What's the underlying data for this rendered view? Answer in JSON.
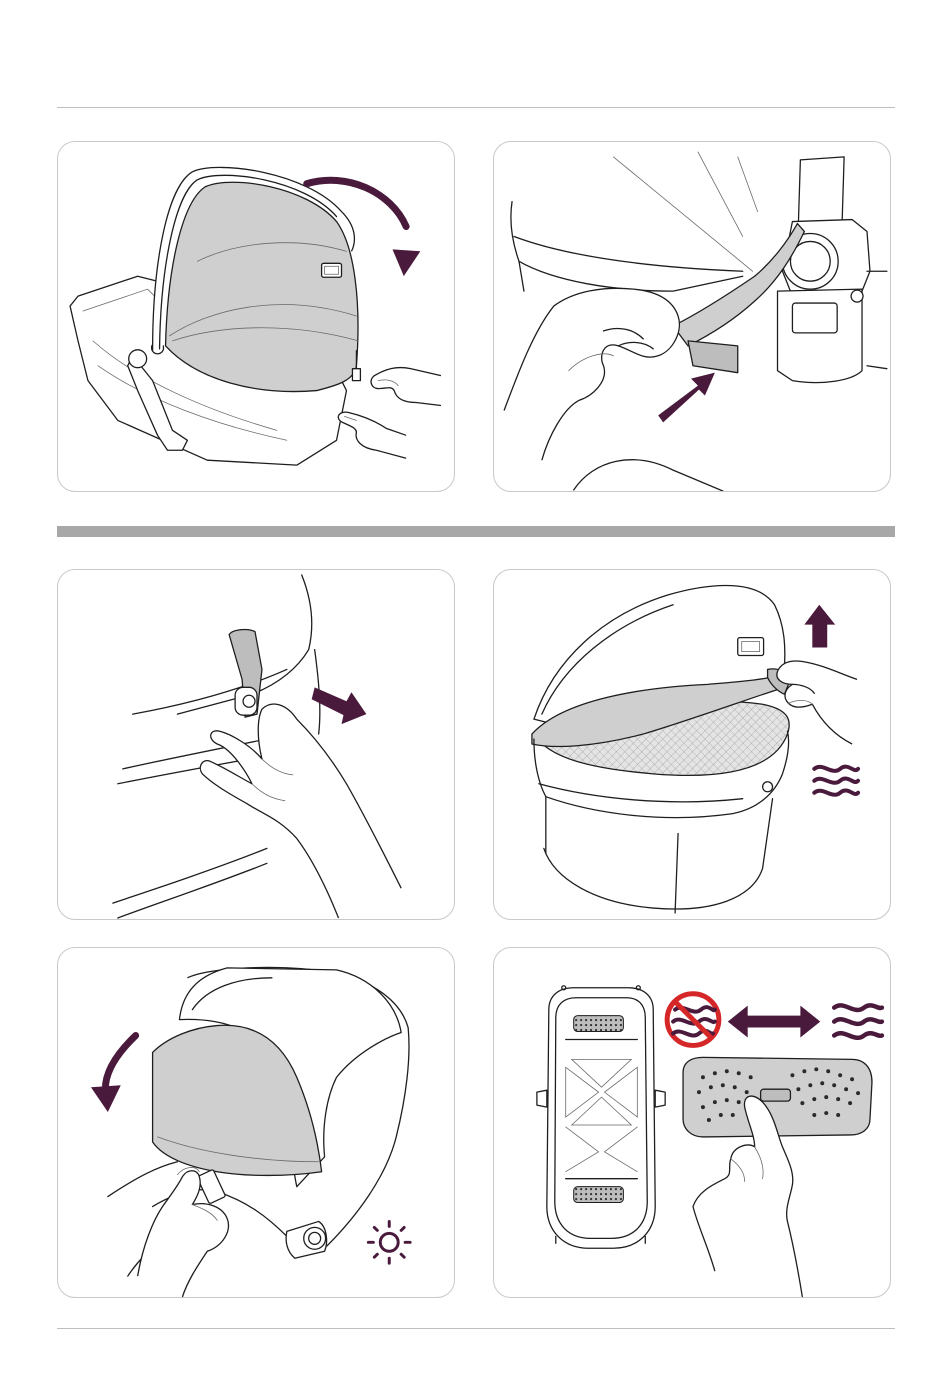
{
  "colors": {
    "accent": "#4a1a3c",
    "fabric": "#cfcfcf",
    "panel_border": "#c9c9c9",
    "divider": "#a8a8a8"
  },
  "panels": [
    {
      "id": 1,
      "icons": [
        "curved-arrow-down-icon"
      ]
    },
    {
      "id": 2,
      "icons": [
        "push-arrow-icon"
      ]
    },
    {
      "id": 3,
      "icons": [
        "pull-arrow-icon"
      ]
    },
    {
      "id": 4,
      "icons": [
        "up-arrow-icon",
        "wavy-lines-icon"
      ]
    },
    {
      "id": 5,
      "icons": [
        "curved-arrow-down-icon",
        "sun-icon"
      ]
    },
    {
      "id": 6,
      "icons": [
        "no-wavy-icon",
        "double-arrow-icon",
        "wavy-lines-icon"
      ]
    }
  ]
}
